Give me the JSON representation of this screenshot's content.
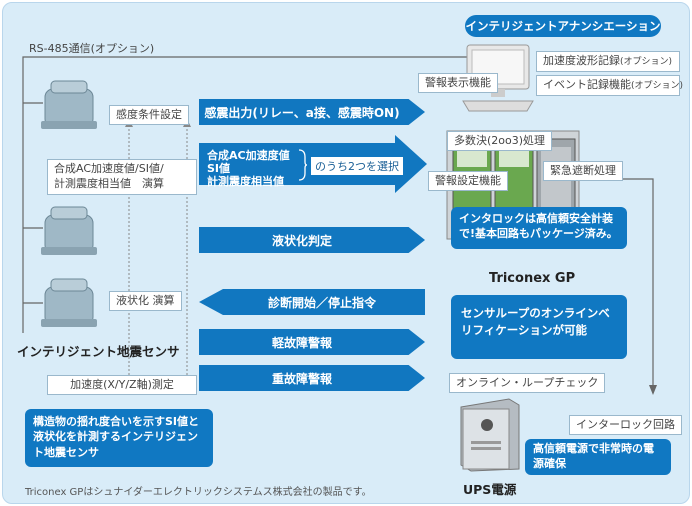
{
  "rs485_label": "RS-485通信(オプション)",
  "annunciation_title": "インテリジェントアナンシエーション",
  "rec_waveform": "加速度波形記録",
  "rec_waveform_opt": "(オプション)",
  "rec_event": "イベント記録機能",
  "rec_event_opt": "(オプション)",
  "alarm_display": "警報表示機能",
  "voting": "多数決(2oo3)処理",
  "alarm_setting": "警報設定機能",
  "emergency_cut": "緊急遮断処理",
  "sensitivity_setting": "感度条件設定",
  "composite_line1": "合成AC加速度値/SI値/",
  "composite_line2": "計測震度相当値　演算",
  "liquefaction_calc": "液状化 演算",
  "accel_measure": "加速度(X/Y/Z軸)測定",
  "sensor_label": "インテリジェント地震センサ",
  "sensor_desc": "構造物の揺れ度合いを示すSI値と液状化を計測するインテリジェント地震センサ",
  "arrow_seismic_out": "感震出力(リレー、a接、感震時ON)",
  "select_line1": "合成AC加速度値",
  "select_line2": "SI値",
  "select_line3": "計測震度相当値",
  "select_choose": "のうち2つを選択",
  "arrow_liquefaction": "液状化判定",
  "arrow_diag": "診断開始／停止指令",
  "arrow_minor": "軽故障警報",
  "arrow_major": "重故障警報",
  "interlock_note": "インタロックは高信頼安全計装で!基本回路もパッケージ済み。",
  "triconex_label": "Triconex GP",
  "sensor_loop_note": "センサループのオンラインベリフィケーションが可能",
  "online_loop_check": "オンライン・ループチェック",
  "interlock_circuit": "インターロック回路",
  "ups_note": "高信頼電源で非常時の電源確保",
  "ups_label": "UPS電源",
  "footer": "Triconex GPはシュナイダーエレクトリックシステムス株式会社の製品です。",
  "colors": {
    "accent": "#1078c2",
    "background": "#d9ecf8"
  }
}
